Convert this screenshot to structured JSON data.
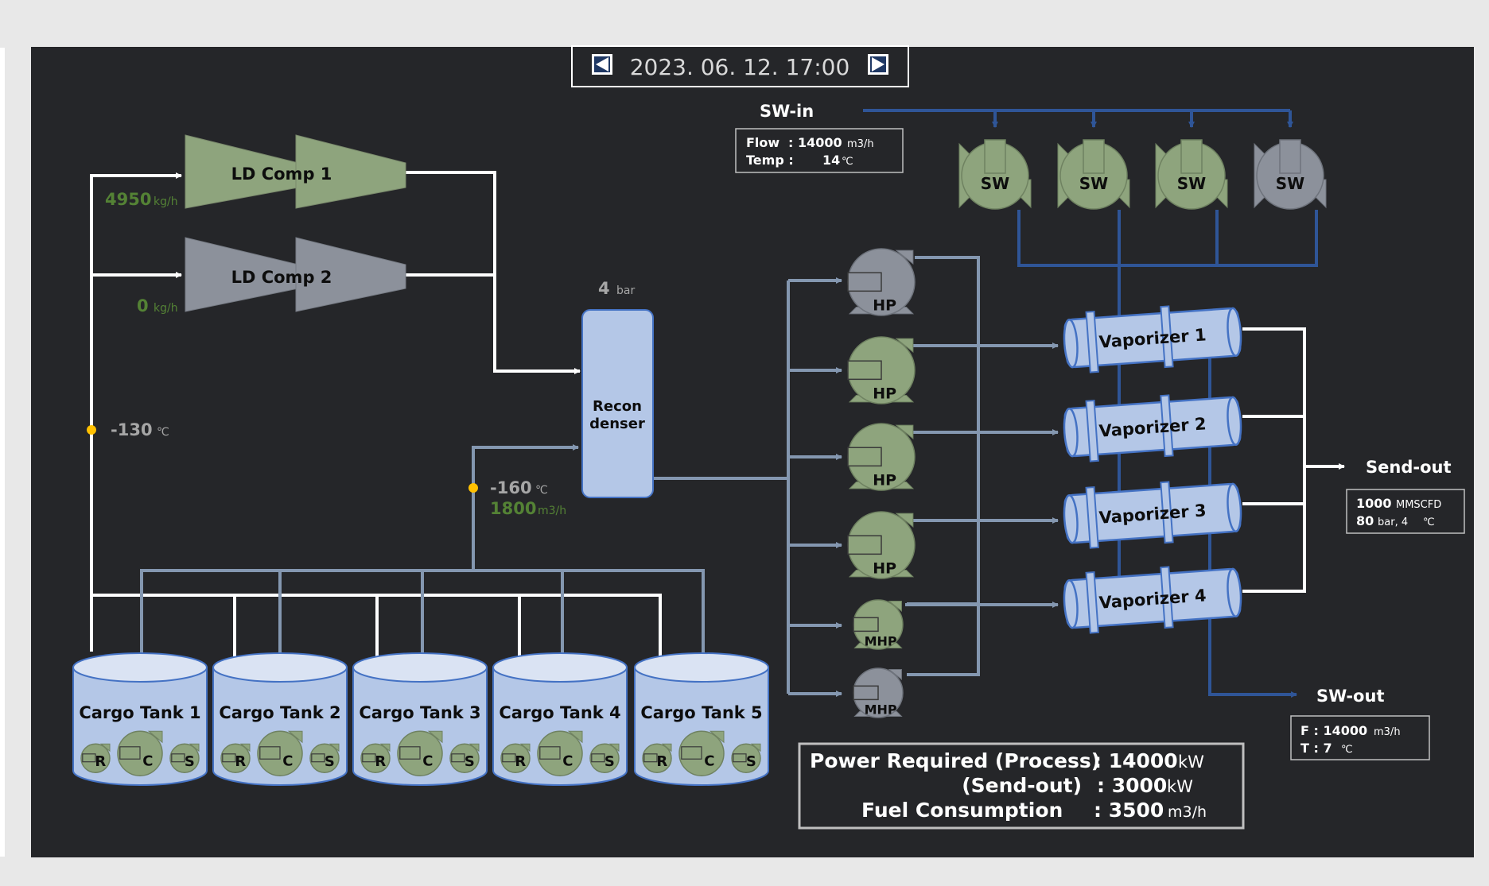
{
  "header": {
    "datetime": "2023. 06. 12. 17:00"
  },
  "sw_in": {
    "title": "SW-in",
    "flow_label": "Flow",
    "flow_value": ": 14000",
    "flow_unit": "m3/h",
    "temp_label": "Temp :",
    "temp_value": "14",
    "temp_unit": "℃"
  },
  "sw_pumps": [
    {
      "label": "SW",
      "state": "on"
    },
    {
      "label": "SW",
      "state": "on"
    },
    {
      "label": "SW",
      "state": "on"
    },
    {
      "label": "SW",
      "state": "off"
    }
  ],
  "ld_comps": [
    {
      "label": "LD Comp 1",
      "flow": "4950",
      "unit": "kg/h",
      "state": "on"
    },
    {
      "label": "LD Comp 2",
      "flow": "0",
      "unit": "kg/h",
      "state": "off"
    }
  ],
  "bog": {
    "temp": "-130",
    "unit": "℃"
  },
  "recondenser": {
    "label_line1": "Recon",
    "label_line2": "denser",
    "pressure": "4",
    "pressure_unit": "bar"
  },
  "lng_feed": {
    "temp": "-160",
    "temp_unit": "℃",
    "flow": "1800",
    "flow_unit": "m3/h"
  },
  "hp_pumps": [
    {
      "label": "HP",
      "state": "off"
    },
    {
      "label": "HP",
      "state": "on"
    },
    {
      "label": "HP",
      "state": "on"
    },
    {
      "label": "HP",
      "state": "on"
    },
    {
      "label": "MHP",
      "state": "on"
    },
    {
      "label": "MHP",
      "state": "off"
    }
  ],
  "vaporizers": [
    "Vaporizer 1",
    "Vaporizer 2",
    "Vaporizer 3",
    "Vaporizer 4"
  ],
  "send_out": {
    "title": "Send-out",
    "flow_value": "1000",
    "flow_unit": "MMSCFD",
    "pressure_value": "80",
    "pressure_unit": "bar, 4",
    "temp_unit": "℃"
  },
  "sw_out": {
    "title": "SW-out",
    "flow_label": "F : 14000",
    "flow_unit": "m3/h",
    "temp_label": "T : 7",
    "temp_unit": "℃"
  },
  "cargo_tanks": [
    {
      "label": "Cargo Tank 1"
    },
    {
      "label": "Cargo Tank 2"
    },
    {
      "label": "Cargo Tank 3"
    },
    {
      "label": "Cargo Tank 4"
    },
    {
      "label": "Cargo Tank 5"
    }
  ],
  "tank_pump_labels": {
    "r": "R",
    "c": "C",
    "s": "S"
  },
  "power": {
    "line1_label": "Power Required (Process)",
    "line1_value": ": 14000",
    "line1_unit": "kW",
    "line2_label": "(Send-out)",
    "line2_value": ": 3000",
    "line2_unit": "kW",
    "line3_label": "Fuel Consumption",
    "line3_value": ": 3500",
    "line3_unit": "m3/h"
  },
  "colors": {
    "background": "#252629",
    "on_equipment": "#8ea47d",
    "off_equipment": "#8c919b",
    "vessel_fill": "#b4c7e7",
    "sw_line": "#2f5597",
    "lng_line": "#8497b0",
    "value_green": "#548235",
    "value_gray": "#a6a6a6",
    "marker": "#ffc000"
  }
}
